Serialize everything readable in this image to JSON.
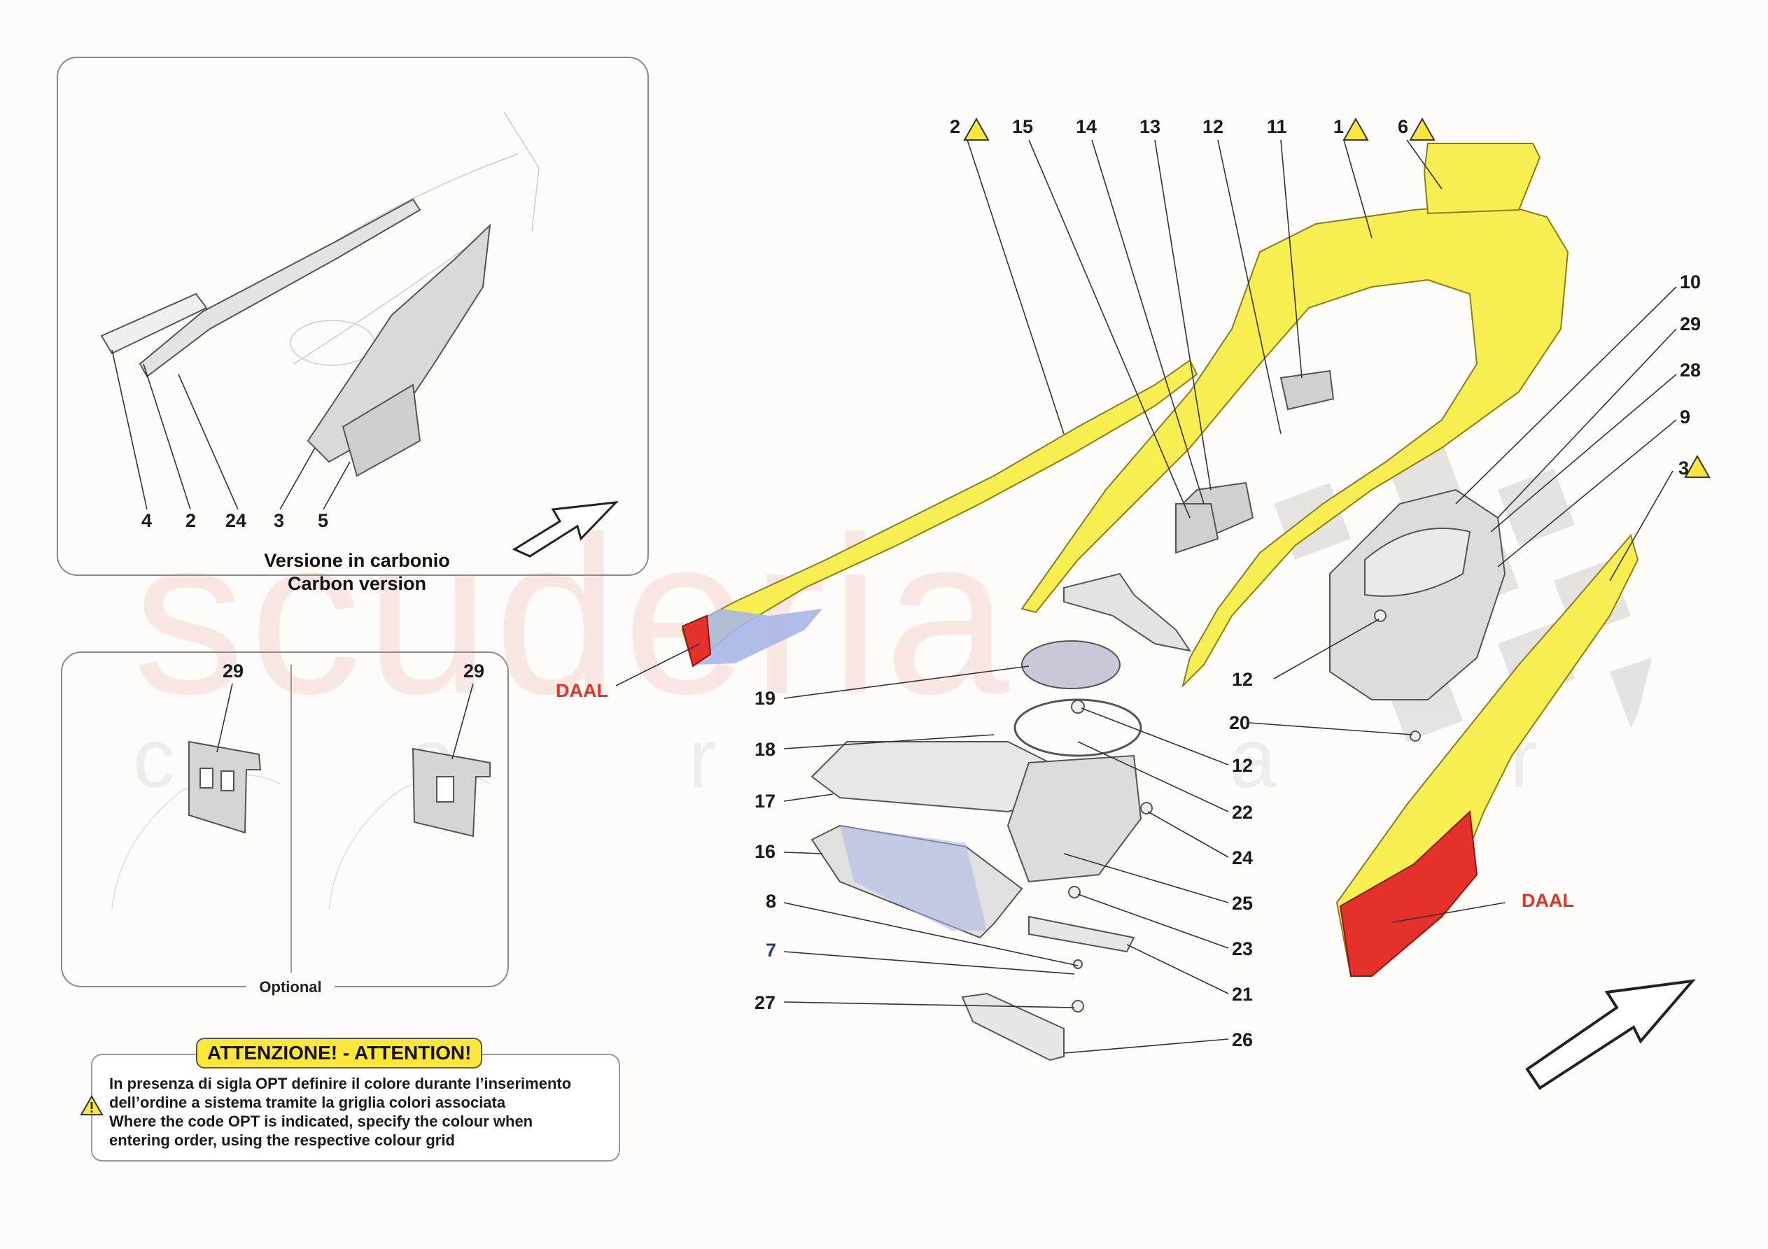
{
  "watermark": {
    "brand": "scuderia",
    "sub": "c a r p a r t s"
  },
  "inset_carbon": {
    "labels": [
      "4",
      "2",
      "24",
      "3",
      "5"
    ],
    "title_it": "Versione in carbonio",
    "title_en": "Carbon version"
  },
  "inset_optional": {
    "left_label": "29",
    "right_label": "29",
    "caption": "Optional"
  },
  "callouts": {
    "p2": "2",
    "p15": "15",
    "p14": "14",
    "p13": "13",
    "p12a": "12",
    "p11": "11",
    "p1": "1",
    "p6": "6",
    "p10": "10",
    "p29": "29",
    "p28": "28",
    "p9": "9",
    "p3": "3",
    "p12b": "12",
    "p20": "20",
    "p19": "19",
    "p18": "18",
    "p12c": "12",
    "p17": "17",
    "p22": "22",
    "p16": "16",
    "p24": "24",
    "p8": "8",
    "p25": "25",
    "p7": "7",
    "p23": "23",
    "p21": "21",
    "p27": "27",
    "p26": "26",
    "daal_left": "DAAL",
    "daal_right": "DAAL"
  },
  "warning": {
    "heading": "ATTENZIONE! - ATTENTION!",
    "line1": "In presenza di sigla OPT definire il colore durante l’inserimento",
    "line2": "dell’ordine a sistema tramite la griglia colori associata",
    "line3": "Where the code OPT is indicated, specify the colour when",
    "line4": "entering order, using the respective colour grid"
  },
  "colors": {
    "highlight_yellow": "#f7ef52",
    "daal_red": "#e5312a",
    "blue_part": "#a9b6e6",
    "warn_yellow": "#fde73a"
  }
}
